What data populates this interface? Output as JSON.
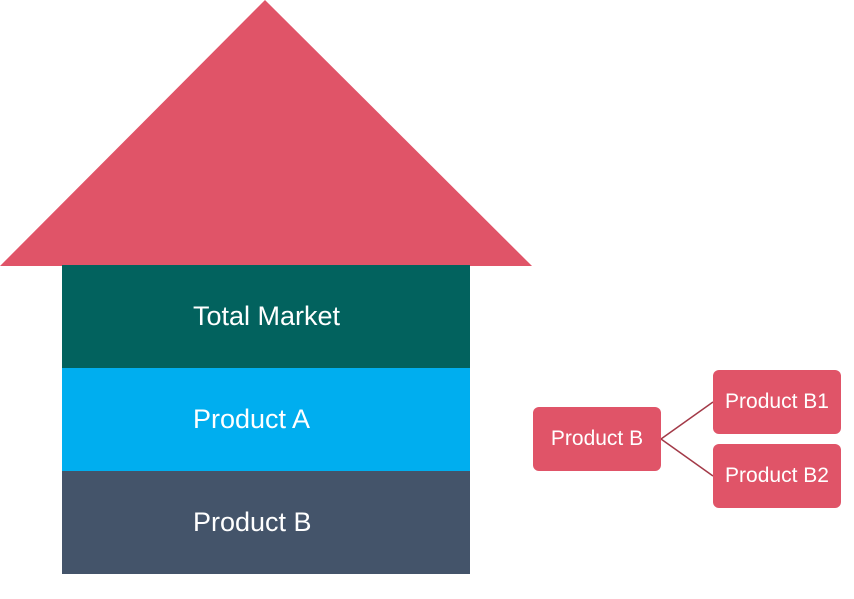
{
  "colors": {
    "roof": "#e05468",
    "total_market": "#02625e",
    "product_a": "#00aeef",
    "product_b": "#44546a",
    "tree_node": "#e05468",
    "tree_connector": "#a33a48"
  },
  "house": {
    "layers": [
      {
        "label": "Total Market"
      },
      {
        "label": "Product A"
      },
      {
        "label": "Product B"
      }
    ]
  },
  "tree": {
    "root": {
      "label": "Product B"
    },
    "children": [
      {
        "label": "Product B1"
      },
      {
        "label": "Product B2"
      }
    ]
  }
}
